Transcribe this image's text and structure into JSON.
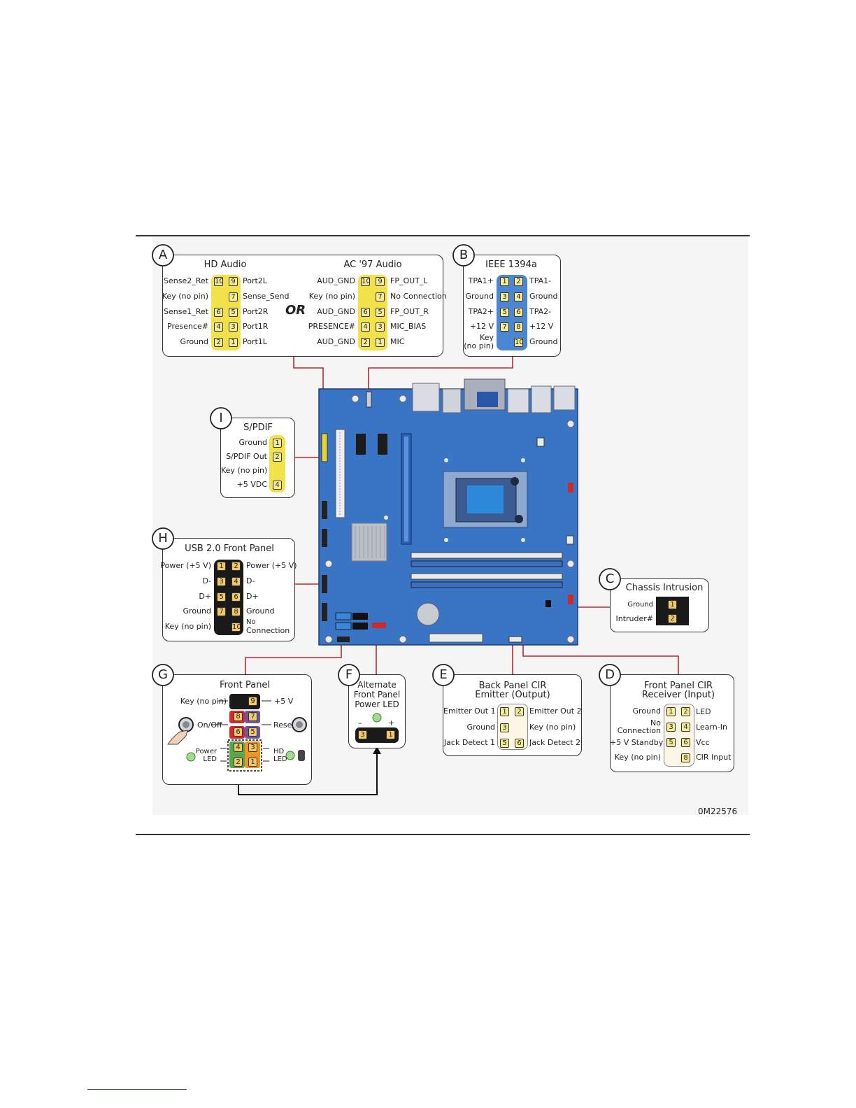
{
  "diagram_code": "0M22576",
  "callouts": {
    "A": {
      "letter": "A",
      "left_title": "HD Audio",
      "right_title": "AC '97 Audio",
      "or_text": "OR",
      "hd_left": [
        "Sense2_Ret",
        "Key (no pin)",
        "Sense1_Ret",
        "Presence#",
        "Ground"
      ],
      "hd_right": [
        "Port2L",
        "Sense_Send",
        "Port2R",
        "Port1R",
        "Port1L"
      ],
      "ac_left": [
        "AUD_GND",
        "Key (no pin)",
        "AUD_GND",
        "PRESENCE#",
        "AUD_GND"
      ],
      "ac_right": [
        "FP_OUT_L",
        "No Connection",
        "FP_OUT_R",
        "MIC_BIAS",
        "MIC"
      ],
      "pins_left": [
        "10",
        "",
        "6",
        "4",
        "2"
      ],
      "pins_right": [
        "9",
        "7",
        "5",
        "3",
        "1"
      ]
    },
    "B": {
      "letter": "B",
      "title": "IEEE 1394a",
      "left": [
        "TPA1+",
        "Ground",
        "TPA2+",
        "+12 V"
      ],
      "key_line1": "Key",
      "key_line2": "(no pin)",
      "right": [
        "TPA1-",
        "Ground",
        "TPA2-",
        "+12 V",
        "Ground"
      ],
      "pins_left": [
        "1",
        "3",
        "5",
        "7"
      ],
      "pins_right": [
        "2",
        "4",
        "6",
        "8",
        "10"
      ]
    },
    "C": {
      "letter": "C",
      "title": "Chassis Intrusion",
      "labels": [
        "Ground",
        "Intruder#"
      ],
      "pins": [
        "1",
        "2"
      ]
    },
    "D": {
      "letter": "D",
      "title_line1": "Front Panel CIR",
      "title_line2": "Receiver (Input)",
      "left": [
        "Ground",
        "No",
        "Connection",
        "+5 V Standby",
        "Key (no pin)"
      ],
      "right": [
        "LED",
        "Learn-In",
        "Vcc",
        "CIR Input"
      ],
      "pins_left": [
        "1",
        "3",
        "5"
      ],
      "pins_right": [
        "2",
        "4",
        "6",
        "8"
      ]
    },
    "E": {
      "letter": "E",
      "title_line1": "Back Panel CIR",
      "title_line2": "Emitter (Output)",
      "left": [
        "Emitter Out 1",
        "Ground",
        "Jack Detect 1"
      ],
      "right": [
        "Emitter Out 2",
        "Key (no pin)",
        "Jack Detect 2"
      ],
      "pins_left": [
        "1",
        "3",
        "5"
      ],
      "pins_right": [
        "2",
        "6"
      ]
    },
    "F": {
      "letter": "F",
      "title_line1": "Alternate",
      "title_line2": "Front Panel",
      "title_line3": "Power LED",
      "minus": "–",
      "plus": "+",
      "pins": [
        "3",
        "1"
      ]
    },
    "G": {
      "letter": "G",
      "title": "Front Panel",
      "key_label": "Key (no pin)",
      "plus5": "+5 V",
      "onoff": "On/Off",
      "reset": "Reset",
      "power_led_1": "Power",
      "power_led_2": "LED",
      "hd_led_1": "HD",
      "hd_led_2": "LED",
      "pins_right_col": [
        "9",
        "8",
        "6",
        "4",
        "2"
      ],
      "pins_left_col": [
        "7",
        "5",
        "3",
        "1"
      ]
    },
    "H": {
      "letter": "H",
      "title": "USB 2.0 Front Panel",
      "left": [
        "Power (+5 V)",
        "D-",
        "D+",
        "Ground",
        "Key (no pin)"
      ],
      "right": [
        "Power (+5 V)",
        "D-",
        "D+",
        "Ground",
        "No",
        "Connection"
      ],
      "pins_left": [
        "1",
        "3",
        "5",
        "7"
      ],
      "pins_right": [
        "2",
        "4",
        "6",
        "8",
        "10"
      ]
    },
    "I": {
      "letter": "I",
      "title": "S/PDIF",
      "left": [
        "Ground",
        "S/PDIF Out",
        "Key (no pin)",
        "+5 VDC"
      ],
      "pins": [
        "1",
        "2",
        "",
        "4"
      ]
    }
  },
  "colors": {
    "wire": "#c0272d",
    "board": "#3a74c4",
    "yellow": "#f2e24a",
    "blue": "#4a86d2"
  }
}
